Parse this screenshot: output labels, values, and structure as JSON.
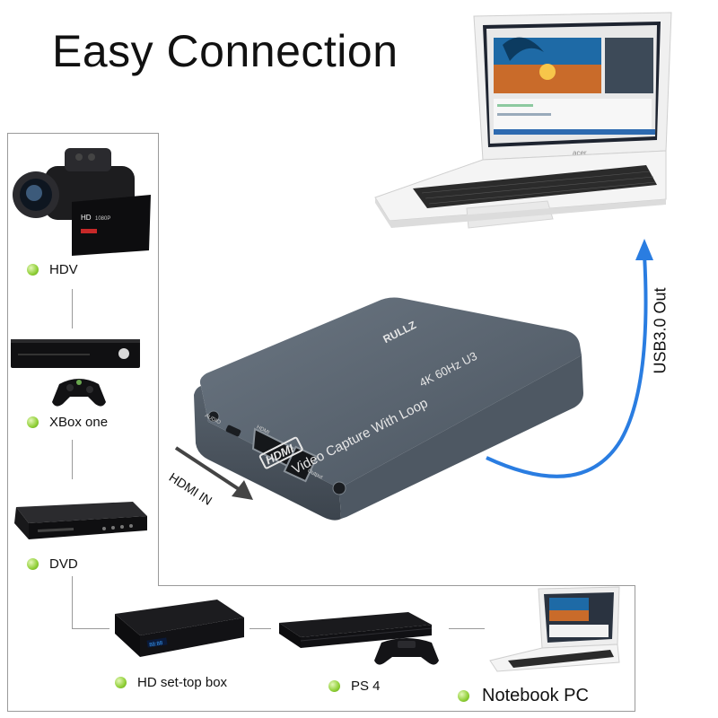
{
  "title": "Easy Connection",
  "device": {
    "brand": "RULLZ",
    "logo": "HDMI",
    "line1": "Video Capture With Loop",
    "line2": "4K 60Hz U3",
    "port_labels": [
      "AUDIO",
      "HDMI",
      "Output"
    ]
  },
  "arrows": {
    "hdmi_in": "HDMI IN",
    "usb_out": "USB3.0 Out"
  },
  "sources": [
    {
      "label": "HDV",
      "icon": "camcorder-icon"
    },
    {
      "label": "XBox one",
      "icon": "xbox-console-icon"
    },
    {
      "label": "DVD",
      "icon": "dvd-player-icon"
    },
    {
      "label": "HD set-top box",
      "icon": "set-top-box-icon"
    },
    {
      "label": "PS 4",
      "icon": "ps4-console-icon"
    },
    {
      "label": "Notebook PC",
      "icon": "notebook-pc-icon"
    }
  ],
  "laptop_brand": "acer",
  "colors": {
    "dot": "#8fcf36",
    "arrow": "#2a7de1",
    "device": "#5a6470",
    "line": "#9a9a9a"
  }
}
